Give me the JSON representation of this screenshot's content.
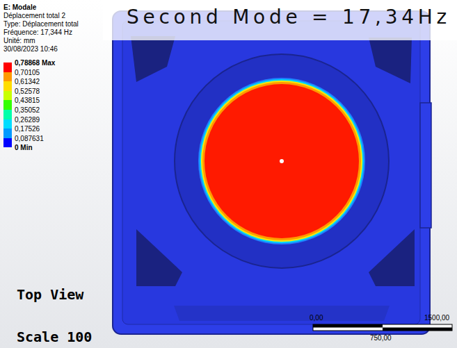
{
  "diagram": {
    "title": "Second Mode = 17,34Hz",
    "labels": [
      "E: Modale",
      "Déplacement total 2",
      "Type: Déplacement total",
      "Fréquence: 17,344 Hz",
      "Unité: mm",
      "30/08/2023 10:46",
      "0 Min",
      "Top View",
      "Scale 100",
      "0,00",
      "750,00",
      "1500,00"
    ],
    "legend": [
      {
        "text": "0,78868 Max",
        "color": "#ff0000"
      },
      {
        "text": "0,70105",
        "color": "#ff9900"
      },
      {
        "text": "0,61342",
        "color": "#ffdd00"
      },
      {
        "text": "0,52578",
        "color": "#c8ff00"
      },
      {
        "text": "0,43815",
        "color": "#33ff00"
      },
      {
        "text": "0,35052",
        "color": "#00ffaa"
      },
      {
        "text": "0,26289",
        "color": "#00ddff"
      },
      {
        "text": "0,17526",
        "color": "#0099ff"
      },
      {
        "text": "0,087631",
        "color": "#0000ff"
      }
    ]
  }
}
